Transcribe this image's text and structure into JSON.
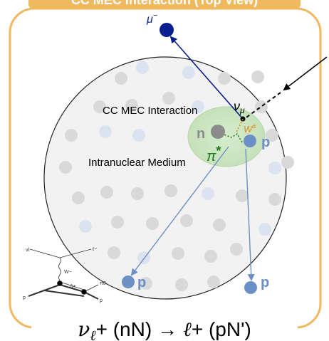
{
  "banner_text": "CC MEC Interaction (Top View)",
  "colors": {
    "frame": "#f0b95e",
    "nucleus_fill": "#f2f2f2",
    "nucleon_gray": "#d9d9d9",
    "nucleon_blue": "#dbe3f1",
    "interaction_region": "#cfe8c6",
    "muon": "#0a1f8f",
    "proton": "#6c8fc7",
    "neutron": "#8c8c8c",
    "pion": "#1e7a1e",
    "w_boson": "#e08a1e"
  },
  "labels": {
    "muon": "μ",
    "muon_charge": "−",
    "neutrino": "ν",
    "neutrino_sub": "μ",
    "interaction": "CC MEC Interaction",
    "w_boson": "W",
    "w_charge": "±",
    "neutron": "n",
    "proton_initial": "p",
    "pion": "π",
    "pion_star": "*",
    "medium": "Intranuclear Medium",
    "proton_out_left": "p",
    "proton_out_right": "p"
  },
  "equation": {
    "nu": "ν",
    "nu_sub": "ℓ",
    "initial": "+ (nN)",
    "arrow": "→",
    "lepton": "ℓ",
    "final": "+ (pN')"
  },
  "feynman_inset": {
    "nu": "νl",
    "lepton": "ℓ−",
    "w": "W−",
    "delta": "Δ+",
    "pion": "π0",
    "p_in": "p",
    "p_out": "p"
  }
}
